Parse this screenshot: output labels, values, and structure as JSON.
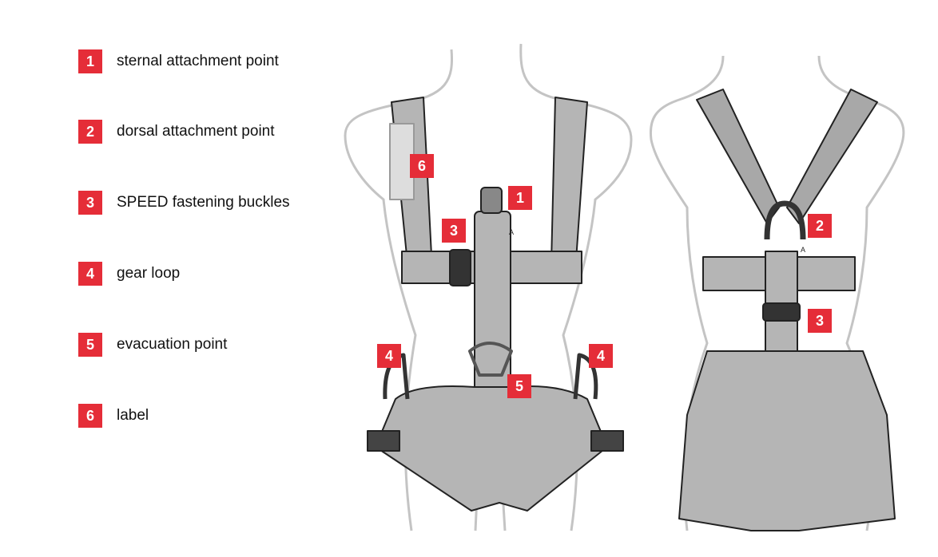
{
  "legend": [
    {
      "number": "1",
      "label": "sternal attachment point"
    },
    {
      "number": "2",
      "label": "dorsal attachment point"
    },
    {
      "number": "3",
      "label": "SPEED fastening buckles"
    },
    {
      "number": "4",
      "label": "gear loop"
    },
    {
      "number": "5",
      "label": "evacuation point"
    },
    {
      "number": "6",
      "label": "label"
    }
  ],
  "front_view": {
    "callouts": [
      "6",
      "1",
      "3",
      "4",
      "4",
      "5"
    ],
    "mark": "A"
  },
  "back_view": {
    "callouts": [
      "2",
      "3"
    ],
    "mark": "A"
  },
  "colors": {
    "accent": "#e52d38",
    "strap": "#b3b3b3",
    "outline": "#222222",
    "body": "#c8c8c8"
  }
}
